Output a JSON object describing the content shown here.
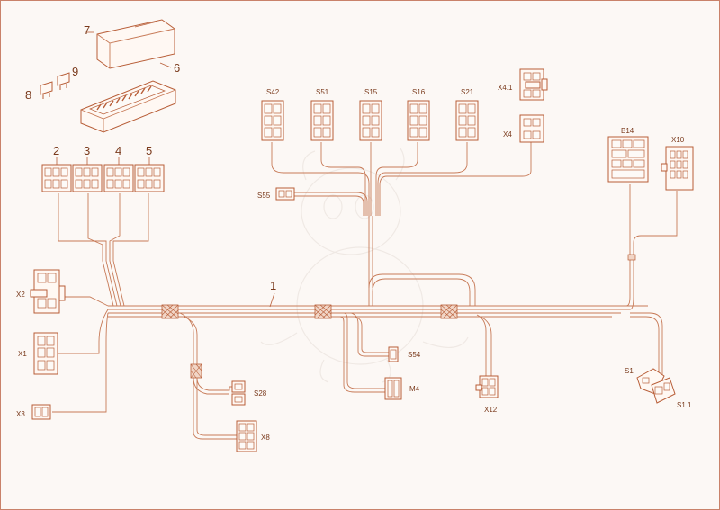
{
  "labels": {
    "n1": "1",
    "n2": "2",
    "n3": "3",
    "n4": "4",
    "n5": "5",
    "n6": "6",
    "n7": "7",
    "n8": "8",
    "n9": "9",
    "S42": "S42",
    "S51": "S51",
    "S15": "S15",
    "S16": "S16",
    "S21": "S21",
    "X4_1": "X4.1",
    "X4": "X4",
    "B14": "B14",
    "X10": "X10",
    "S55": "S55",
    "X2": "X2",
    "X1": "X1",
    "X3": "X3",
    "S28": "S28",
    "X8": "X8",
    "S54": "S54",
    "M4": "M4",
    "X12": "X12",
    "S1": "S1",
    "S1_1": "S1.1"
  },
  "colors": {
    "line": "#c77a57",
    "part": "#b85e38",
    "border": "#c9826a",
    "text": "#7a3a1c",
    "background": "#fcf8f5"
  }
}
